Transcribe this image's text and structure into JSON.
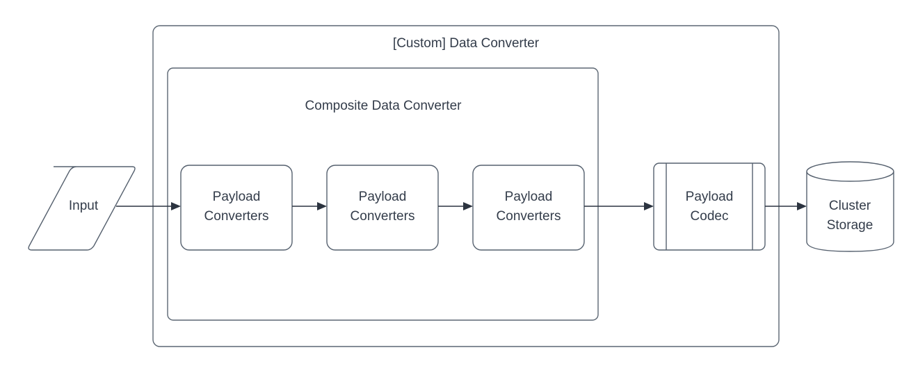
{
  "diagram": {
    "title_outer": "[Custom] Data Converter",
    "title_inner": "Composite Data Converter",
    "nodes": {
      "input": {
        "label": "Input",
        "shape": "parallelogram"
      },
      "converter_1": {
        "label_line1": "Payload",
        "label_line2": "Converters",
        "shape": "rounded-rect"
      },
      "converter_2": {
        "label_line1": "Payload",
        "label_line2": "Converters",
        "shape": "rounded-rect"
      },
      "converter_3": {
        "label_line1": "Payload",
        "label_line2": "Converters",
        "shape": "rounded-rect"
      },
      "codec": {
        "label_line1": "Payload",
        "label_line2": "Codec",
        "shape": "process"
      },
      "storage": {
        "label_line1": "Cluster",
        "label_line2": "Storage",
        "shape": "cylinder"
      }
    },
    "colors": {
      "background": "#ffffff",
      "shape_stroke": "#55606e",
      "container_stroke": "#5c6773",
      "connector": "#2c3440",
      "text": "#333c4a",
      "shape_fill": "#ffffff"
    }
  }
}
